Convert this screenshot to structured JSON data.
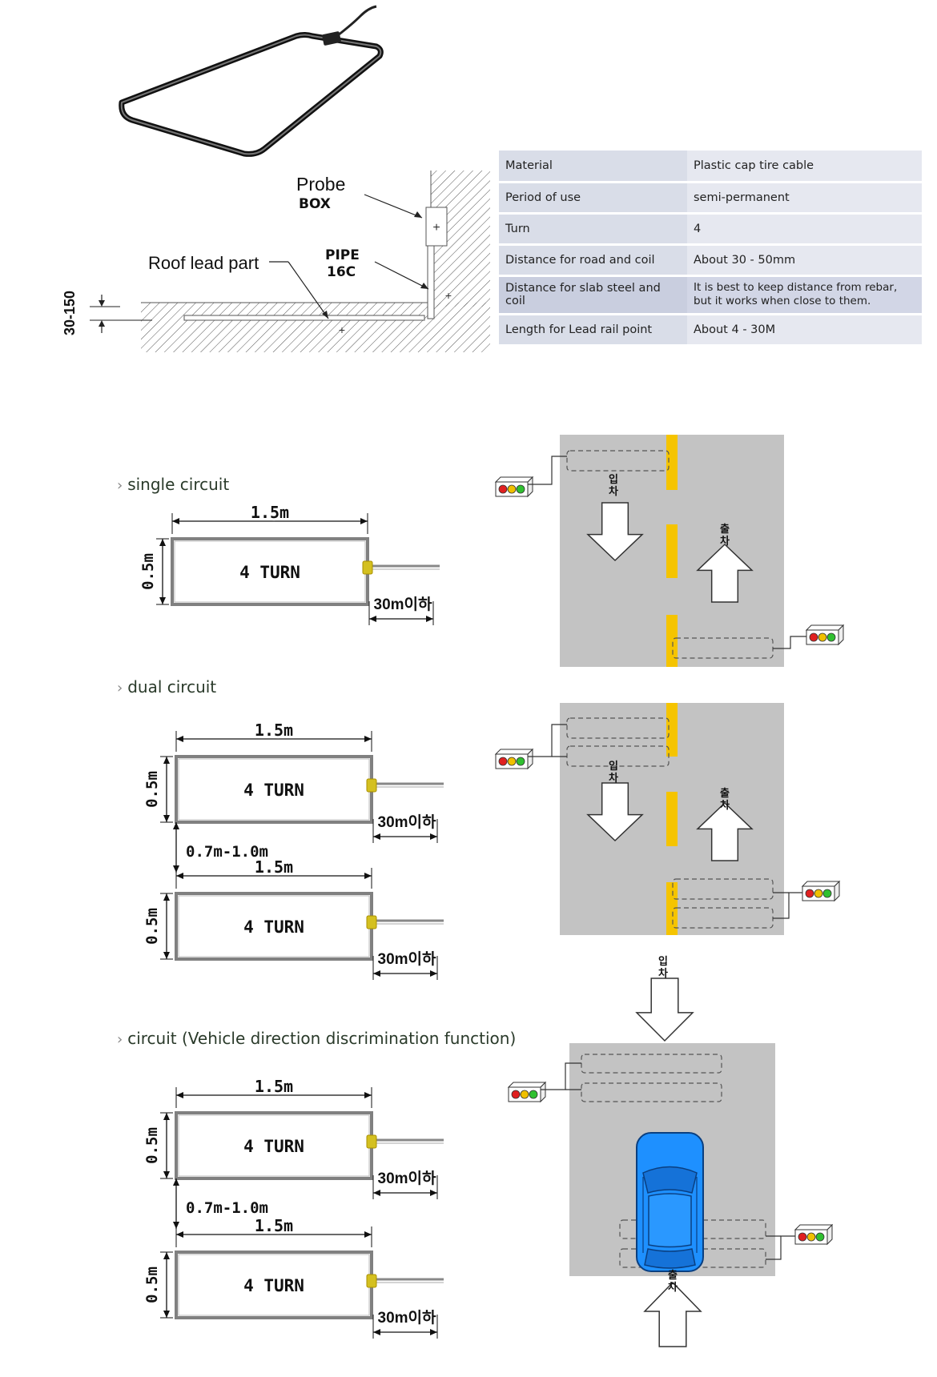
{
  "install_diagram": {
    "probe_box_label": "Probe",
    "probe_box_label2": "BOX",
    "pipe_label": "PIPE",
    "pipe_label2": "16C",
    "roof_lead_label": "Roof lead part",
    "depth_label": "30-150"
  },
  "spec_table": [
    {
      "key": "Material",
      "value": "Plastic cap tire cable"
    },
    {
      "key": "Period of use",
      "value": "semi-permanent"
    },
    {
      "key": "Turn",
      "value": "4"
    },
    {
      "key": "Distance for road and coil",
      "value": "About 30 - 50mm"
    },
    {
      "key": "Distance for slab steel and coil",
      "value": "It is best to keep distance from rebar, but it works when close to them."
    },
    {
      "key": "Length for Lead rail point",
      "value": "About 4 - 30M"
    }
  ],
  "sections": {
    "single": "single circuit",
    "dual": "dual circuit",
    "direction": "circuit (Vehicle direction discrimination function)"
  },
  "coil": {
    "width_label": "1.5m",
    "height_label": "0.5m",
    "turns_label": "4 TURN",
    "lead_label": "30m이하",
    "gap_label": "0.7m-1.0m"
  },
  "road": {
    "entry_label": "입차",
    "exit_label": "출차"
  },
  "colors": {
    "road": "#c3c3c3",
    "lane_line": "#f5c400",
    "car": "#1e90ff",
    "coil_outline": "#808080",
    "connector": "#d4c020"
  }
}
